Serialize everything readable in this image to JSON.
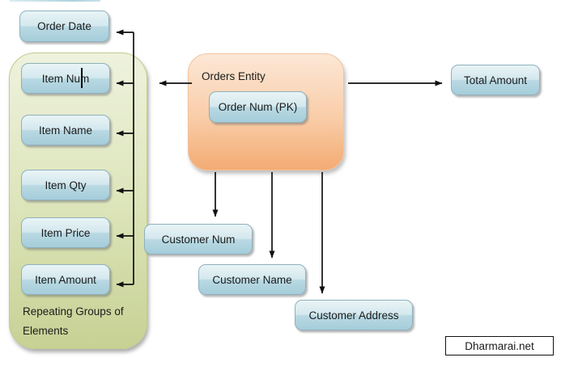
{
  "entity": {
    "label": "Orders Entity",
    "pk": "Order Num (PK)"
  },
  "nodes": {
    "order_date": "Order Date",
    "item_num": "Item Num",
    "item_name": "Item Name",
    "item_qty": "Item Qty",
    "item_price": "Item Price",
    "item_amount": "Item Amount",
    "total_amount": "Total Amount",
    "customer_num": "Customer Num",
    "customer_name": "Customer Name",
    "customer_address": "Customer Address"
  },
  "group_caption": "Repeating Groups of Elements",
  "watermark": "Dharmarai.net",
  "colors": {
    "node_fill_top": "#e9f4f6",
    "node_fill_bottom": "#a5cdda",
    "node_border": "#8fb0bd",
    "group_fill_top": "#eef2dd",
    "group_fill_bottom": "#c7d194",
    "entity_fill_top": "#fce7d6",
    "entity_fill_bottom": "#f3ab73",
    "arrow": "#111111",
    "text": "#1b1b1b"
  }
}
